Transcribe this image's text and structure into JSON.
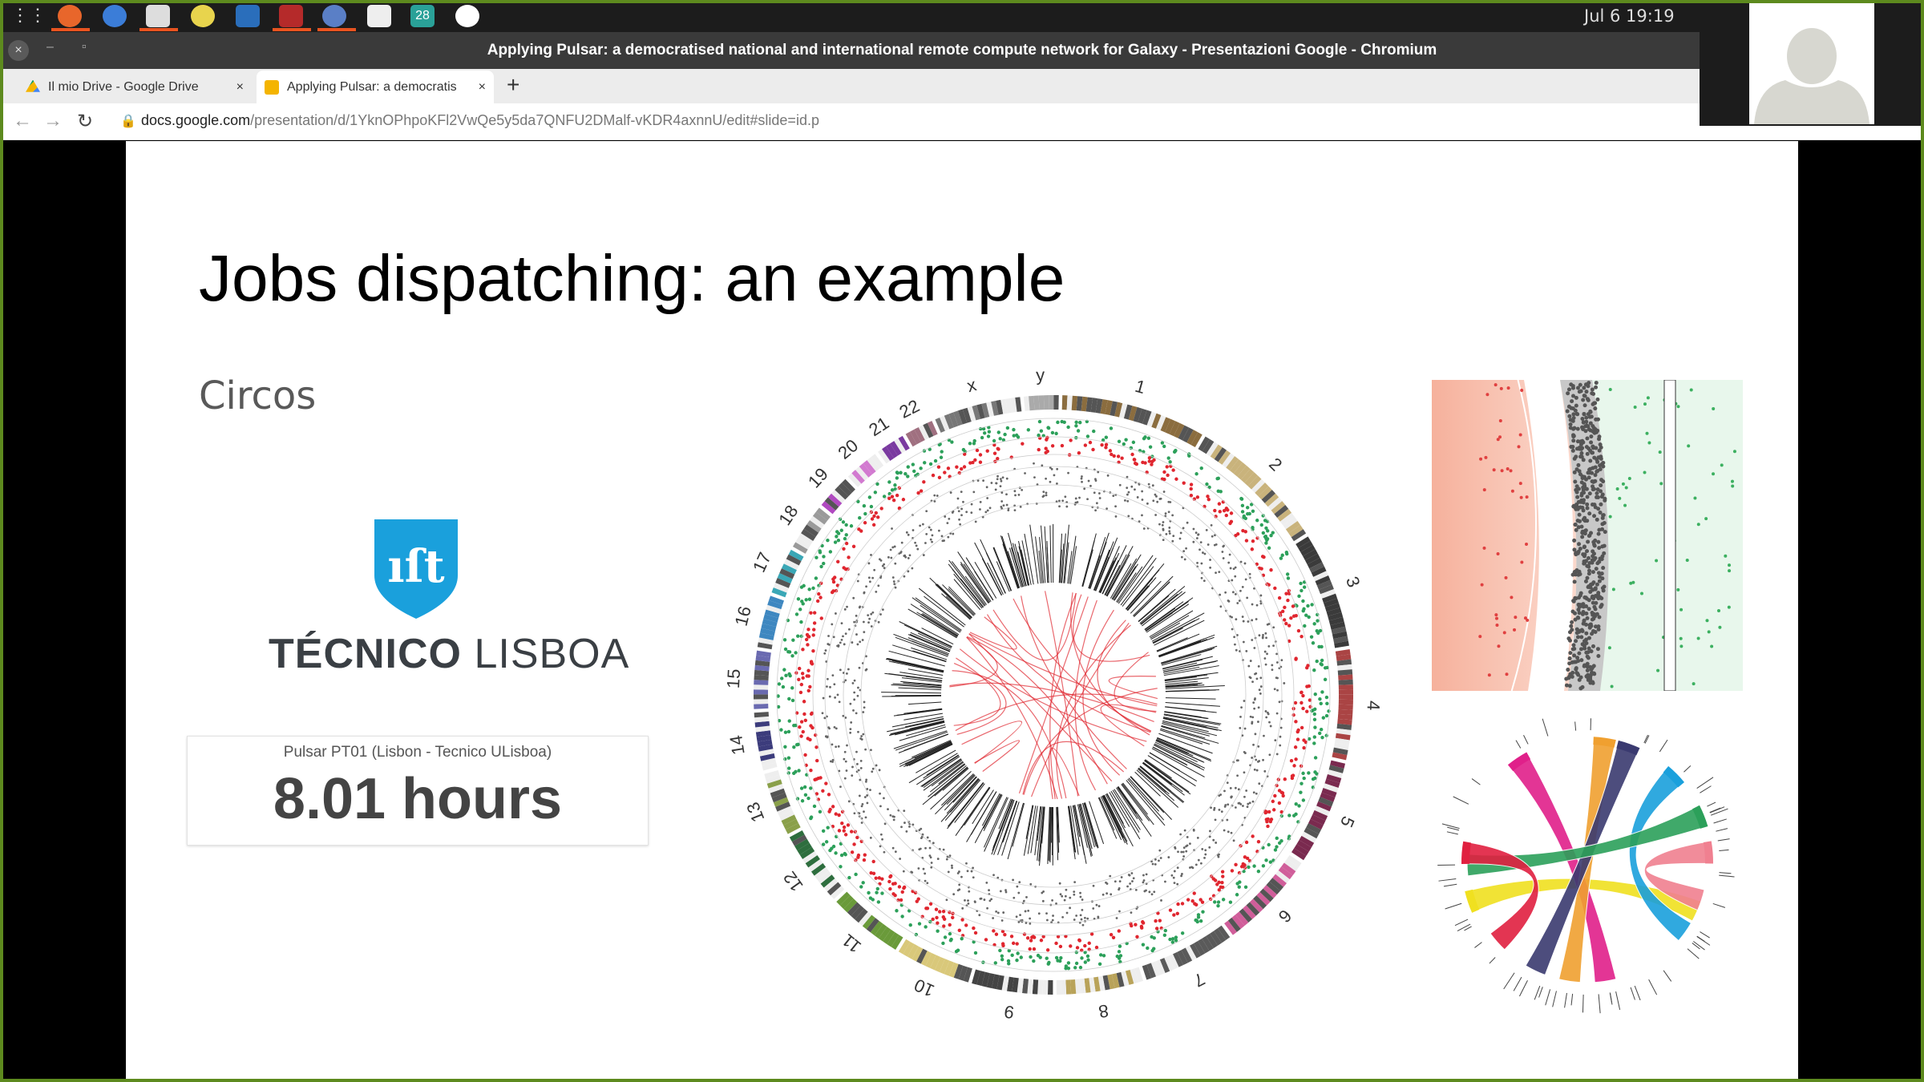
{
  "system": {
    "clock": "Jul 6  19:19"
  },
  "window": {
    "title": "Applying Pulsar: a democratised national and international remote compute network for Galaxy - Presentazioni Google - Chromium"
  },
  "tabs": [
    {
      "label": "Il mio Drive - Google Drive",
      "close": "×"
    },
    {
      "label": "Applying Pulsar: a democratis",
      "close": "×"
    }
  ],
  "new_tab": "+",
  "address": {
    "host": "docs.google.com",
    "path": "/presentation/d/1YknOPhpoKFl2VwQe5y5da7QNFU2DMalf-vKDR4axnnU/edit#slide=id.p"
  },
  "slide": {
    "title": "Jobs dispatching: an example",
    "subtitle": "Circos",
    "logo": {
      "bold": "TÉCNICO",
      "light": " LISBOA",
      "mark": "ist"
    },
    "pulsar_card": {
      "label": "Pulsar PT01 (Lisbon - Tecnico ULisboa)",
      "value": "8.01 hours"
    },
    "circos_labels": [
      "1",
      "2",
      "3",
      "4",
      "5",
      "6",
      "7",
      "8",
      "9",
      "10",
      "11",
      "12",
      "13",
      "14",
      "15",
      "16",
      "17",
      "18",
      "19",
      "20",
      "21",
      "22",
      "x",
      "y"
    ]
  },
  "colors": {
    "accent_green": "#5d8a1e",
    "red": "#e0262f",
    "green": "#2ca05a",
    "ist_blue": "#1aa0dc"
  }
}
